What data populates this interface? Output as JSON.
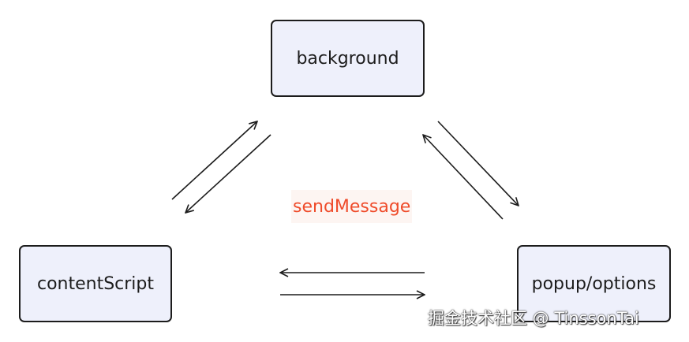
{
  "nodes": {
    "background": "background",
    "content_script": "contentScript",
    "popup_options": "popup/options"
  },
  "center_label": "sendMessage",
  "watermark": "掘金技术社区 @ TinssonTai",
  "colors": {
    "node_fill": "#eef0fb",
    "node_border": "#1c1c1c",
    "label_text": "#ef4c2b",
    "label_bg": "#fdf5f2",
    "arrow": "#1c1c1c"
  }
}
